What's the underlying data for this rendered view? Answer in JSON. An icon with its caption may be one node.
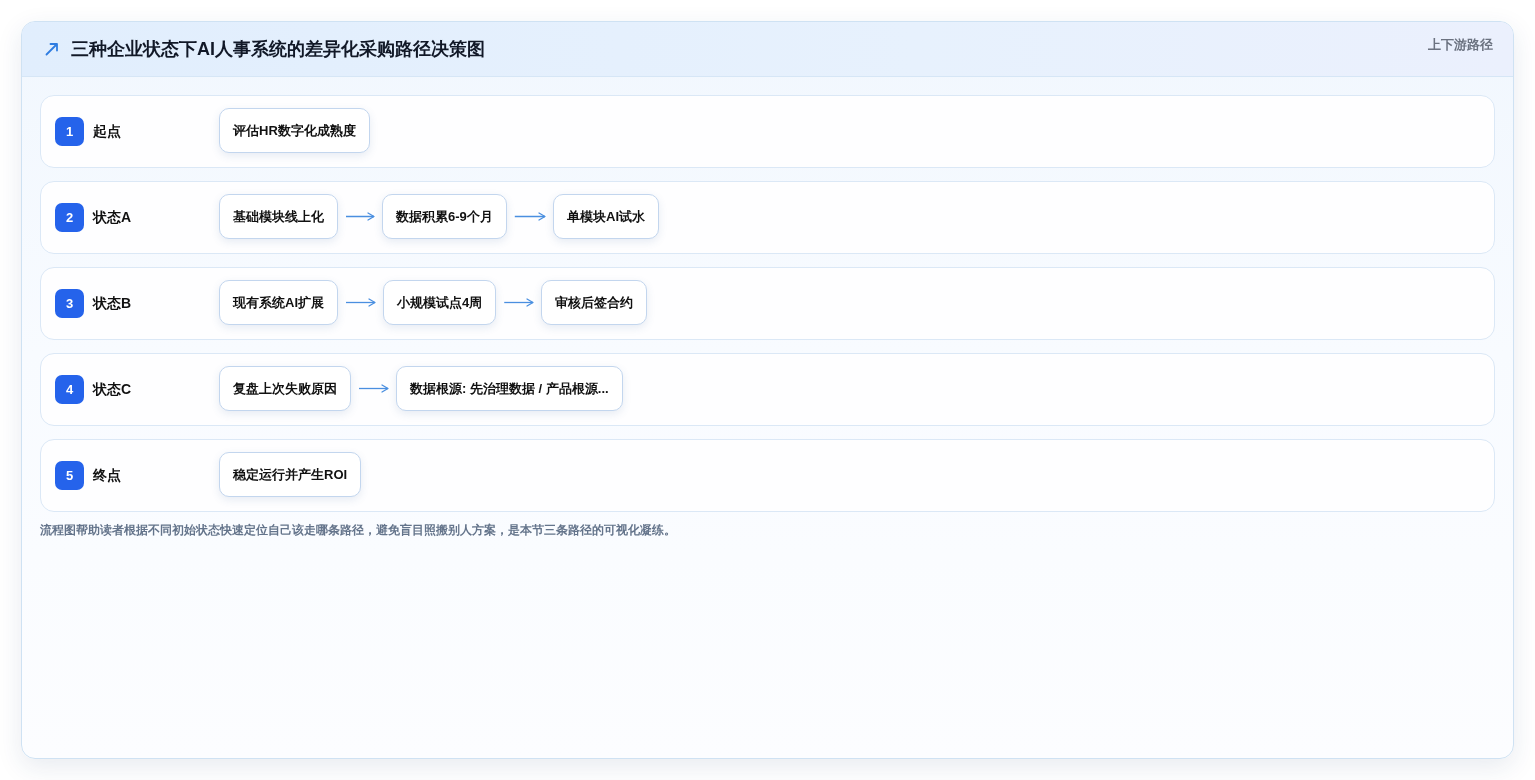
{
  "diagram": {
    "title": "三种企业状态下AI人事系统的差异化采购路径决策图",
    "nodes": [
      {
        "text": [
          "起点"
        ]
      },
      {
        "text": [
          "1"
        ],
        "in": 0
      },
      {
        "text": [
          "评估HR数字化成熟度"
        ],
        "in": 0
      },
      {
        "text": [
          "状态A"
        ]
      },
      {
        "text": [
          "2"
        ],
        "in": 3
      },
      {
        "text": [
          "基础模块线上化"
        ],
        "in": 3
      },
      {
        "text": [
          "数据积累6-9个月"
        ],
        "in": 3
      },
      {
        "text": [
          "单模块AI试水"
        ],
        "in": 3
      },
      {
        "text": [
          "状态B"
        ]
      },
      {
        "text": [
          "3"
        ],
        "in": 8
      },
      {
        "text": [
          "现有系统AI扩展"
        ],
        "in": 8
      },
      {
        "text": [
          "小规模试点4周"
        ],
        "in": 8
      },
      {
        "text": [
          "审核后签合约"
        ],
        "in": 8
      },
      {
        "text": [
          "状态C"
        ]
      },
      {
        "text": [
          "4"
        ],
        "in": 13
      },
      {
        "text": [
          "复盘上次失败原因"
        ],
        "in": 13
      },
      {
        "text": [
          "数据根源: 先治理数据 / 产品根源..."
        ],
        "in": 13
      },
      {
        "text": [
          "终点"
        ]
      },
      {
        "text": [
          "5"
        ],
        "in": 17
      },
      {
        "text": [
          "稳定运行并产生ROI"
        ],
        "in": 17
      }
    ],
    "edges": [
      {
        "from": 5,
        "to": 6,
        "arrow": "to"
      },
      {
        "from": 6,
        "to": 7,
        "arrow": "to"
      },
      {
        "from": 10,
        "to": 11,
        "arrow": "to"
      },
      {
        "from": 11,
        "to": 12,
        "arrow": "to"
      },
      {
        "from": 15,
        "to": 16,
        "arrow": "to"
      }
    ],
    "labels": [
      "上下游路径"
    ],
    "caption": "流程图帮助读者根据不同初始状态快速定位自己该走哪条路径，避免盲目照搬别人方案，是本节三条路径的可视化凝练。"
  }
}
